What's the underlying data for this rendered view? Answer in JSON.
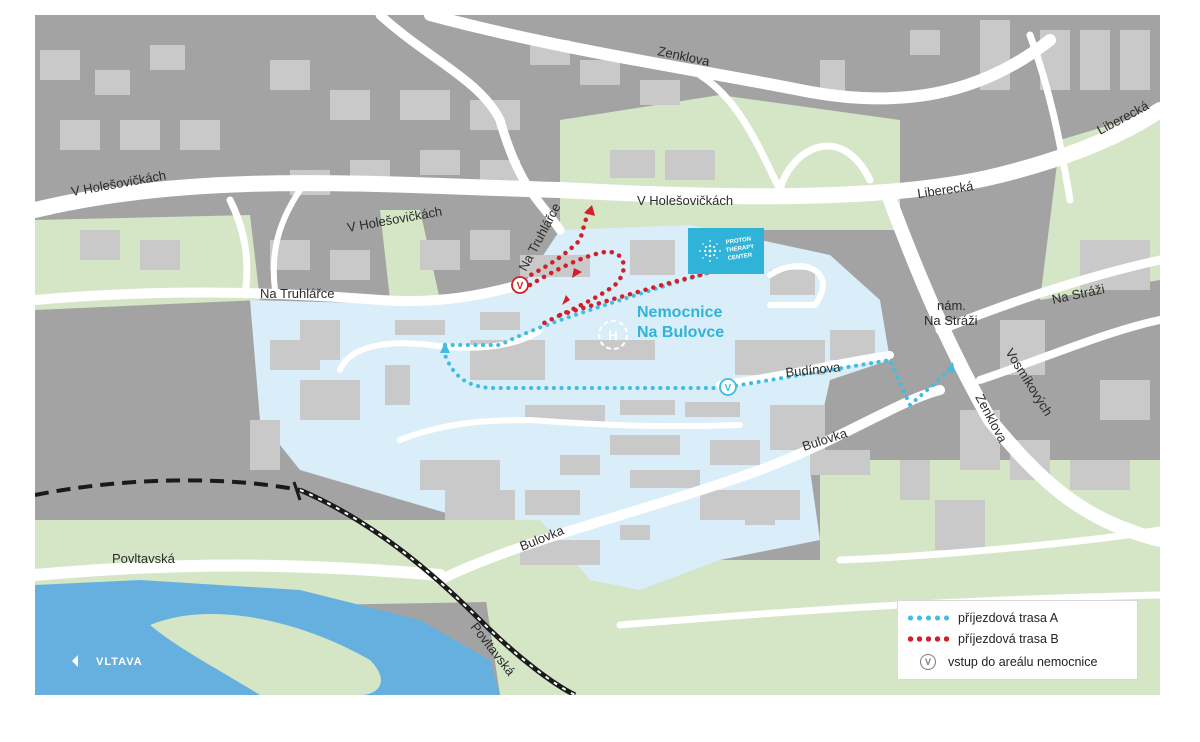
{
  "colors": {
    "background": "#a3a3a3",
    "green": "#d4e6c5",
    "hospital_area": "#d9eef9",
    "road": "#ffffff",
    "building": "#c9c9c9",
    "water": "#66b0e0",
    "route_a": "#3fbde2",
    "route_b": "#d0202a",
    "accent": "#2fb3d8"
  },
  "streets": {
    "zenklova_top": "Zenklova",
    "liberecka_1": "Liberecká",
    "liberecka_2": "Liberecká",
    "v_holesovickach_1": "V Holešovičkách",
    "v_holesovickach_2": "V Holešovičkách",
    "v_holesovickach_3": "V Holešovičkách",
    "na_truhlarce_1": "Na Truhlářce",
    "na_truhlarce_2": "Na Truhlářce",
    "na_strazi": "Na Stráži",
    "nam_na_strazi_1": "nám.",
    "nam_na_strazi_2": "Na Stráži",
    "vosmykovych": "Vosmíkových",
    "zenklova_right": "Zenklova",
    "budinova": "Budínova",
    "bulovka_1": "Bulovka",
    "bulovka_2": "Bulovka",
    "povltavska_1": "Povltavská",
    "povltavska_2": "Povltavská"
  },
  "hospital": {
    "name_line1": "Nemocnice",
    "name_line2": "Na Bulovce"
  },
  "proton": {
    "line1": "PROTON",
    "line2": "THERAPY",
    "line3": "CENTER"
  },
  "river": {
    "name": "VLTAVA"
  },
  "entrance_marker": "V",
  "helipad_marker": "H",
  "legend": {
    "route_a": "příjezdová trasa A",
    "route_b": "příjezdová trasa B",
    "entrance": "vstup do areálu nemocnice",
    "entrance_symbol": "V"
  }
}
